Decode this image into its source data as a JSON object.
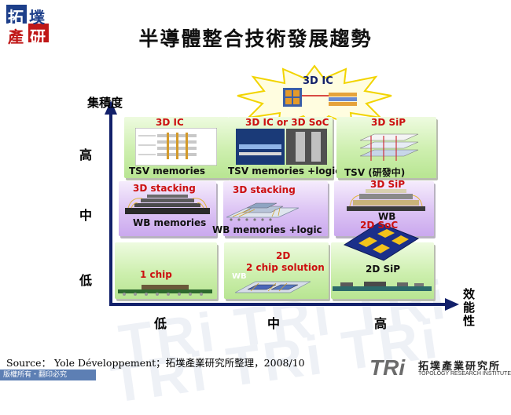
{
  "logo": {
    "chars": [
      "拓",
      "墣",
      "產",
      "研"
    ]
  },
  "title": "半導體整合技術發展趨勢",
  "axes": {
    "y_label": "集積度",
    "x_label": "效能性",
    "y_levels": [
      "高",
      "中",
      "低"
    ],
    "x_levels": [
      "低",
      "中",
      "高"
    ]
  },
  "callout": {
    "label": "3D IC"
  },
  "cells": {
    "r1c1": {
      "title": "3D IC",
      "caption": "TSV memories"
    },
    "r1c2": {
      "title": "3D IC or 3D SoC",
      "caption": "TSV memories +logic"
    },
    "r1c3": {
      "title": "3D SiP",
      "caption": "TSV (研發中)"
    },
    "r2c1": {
      "title": "3D stacking",
      "caption": "WB memories"
    },
    "r2c2": {
      "title": "3D stacking",
      "caption": "WB memories +logic"
    },
    "r2c3": {
      "title": "3D SiP",
      "caption": "WB"
    },
    "r3c1": {
      "title": "1 chip"
    },
    "r3c2": {
      "title": "2D",
      "subtitle": "2 chip solution",
      "tag": "WB"
    },
    "r3c3": {
      "title": "2D SoC",
      "caption": "2D SiP"
    }
  },
  "source": "Source： Yole Développement；拓墣產業研究所整理，2008/10",
  "copyright": "版權所有・翻印必究",
  "brand": {
    "logo": "TRi",
    "name": "拓墣產業研究所",
    "english": "TOPOLOGY RESEARCH INSTITUTE"
  },
  "colors": {
    "title_red": "#cc1010",
    "axis_blue": "#12206a",
    "green_panel": "#cdefae",
    "purple_panel": "#dcc3f4"
  }
}
